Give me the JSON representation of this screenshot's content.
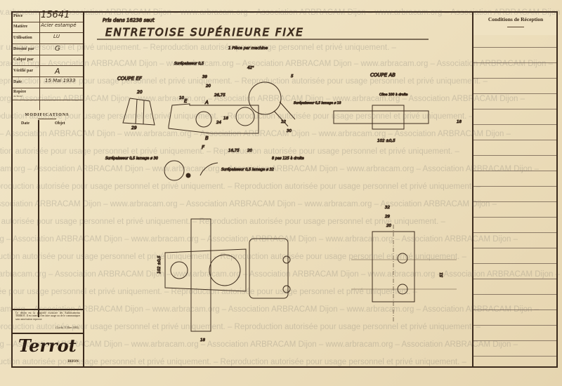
{
  "title_block": {
    "piece": {
      "label": "Pièce",
      "value": "15641"
    },
    "matiere": {
      "label": "Matière",
      "value": "Acier estampé"
    },
    "utilisation": {
      "label": "Utilisation",
      "value": "LU"
    },
    "dessine": {
      "label": "Dessiné par",
      "value": "G"
    },
    "calque": {
      "label": "Calqué par",
      "value": ""
    },
    "verifie": {
      "label": "Vérifié par",
      "value": "A"
    },
    "date": {
      "label": "Date",
      "value": "15 Mai 1933"
    },
    "repere": {
      "label": "Repère",
      "sublabel": "du Tiroir"
    },
    "modifications": {
      "title": "MODIFICATIONS",
      "col_date": "Date",
      "col_objet": "Objet"
    },
    "notice": "Ce dessin est la propriété exclusive des Etablissements TERROT. Il est interdit d'en faire usage ou de le communiquer sans autorisation expresse.",
    "notice_law": "(Loi du 11 Mars 1902)",
    "logo": "Terrot",
    "logo_city": "DIJON"
  },
  "conditions": {
    "title": "Conditions de Réception"
  },
  "drawing": {
    "ref_note": "Pris dans 16238 saut",
    "title": "ENTRETOISE SUPÉRIEURE FIXE",
    "subtitle": "1 Pièce par machine",
    "section_ef": "COUPE EF",
    "section_ab": "COUPE AB",
    "notes": [
      "Surépaisseur 0,5",
      "Surépaisseur 0,5 lamage ø 30",
      "Surépaisseur 0,5 lamage ø 32",
      "Surépaisseur 0,5 lamage ø 18",
      "8 pas 125 à droite",
      "Cône 100 à droite"
    ],
    "dims": [
      "20",
      "29",
      "39",
      "20",
      "26,75",
      "42°",
      "10",
      "5",
      "18",
      "24",
      "12",
      "30",
      "16,75",
      "20",
      "102 ±0,5",
      "18",
      "102 ±0,5",
      "18",
      "32",
      "29",
      "20",
      "51"
    ],
    "letters": [
      "E",
      "F",
      "A",
      "B"
    ]
  },
  "watermark": {
    "line_a": "www.arbracam.org – Association ARBRACAM Dijon – www.arbracam.org – Association ARBRACAM Dijon – www.arbracam.org – Association ARBRACAM Dijon –",
    "line_b": "Reproduction autorisée pour usage personnel et privé uniquement. – Reproduction autorisée pour usage personnel et privé uniquement. –"
  }
}
